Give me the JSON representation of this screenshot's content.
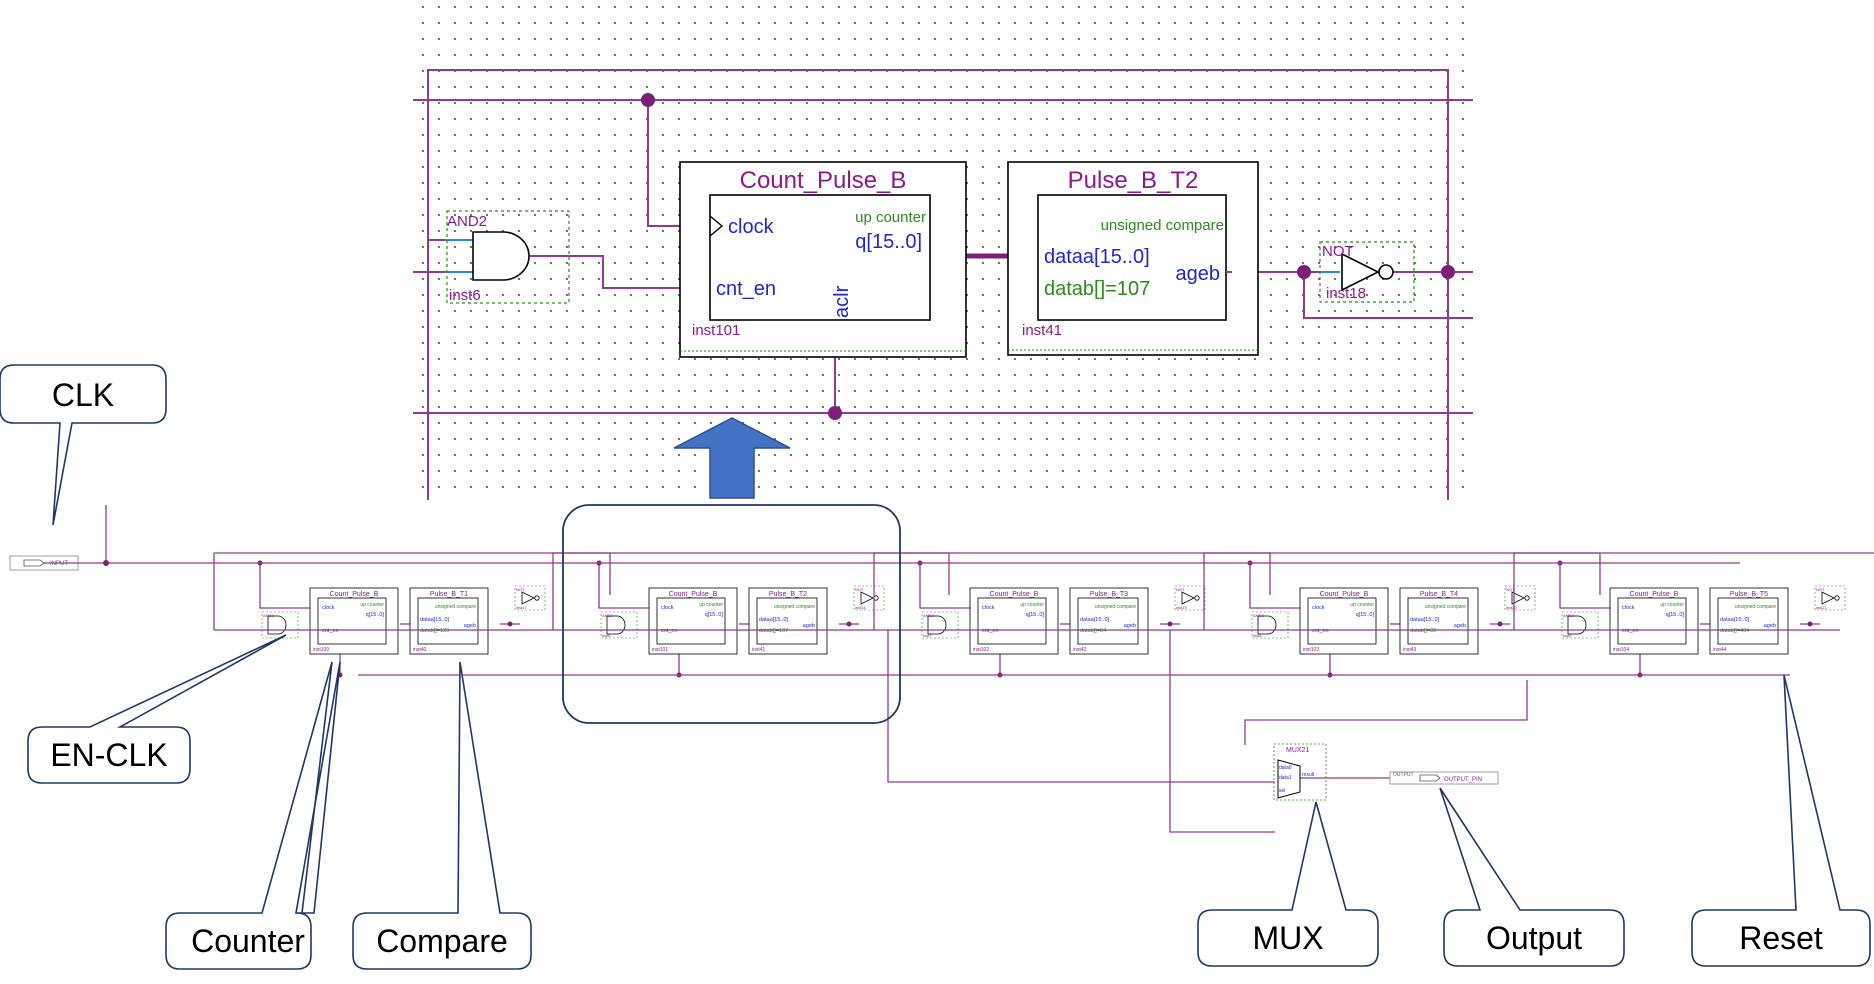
{
  "zoom": {
    "block_counter": {
      "title": "Count_Pulse_B",
      "type": "up counter",
      "clock": "clock",
      "cnt_en": "cnt_en",
      "q": "q[15..0]",
      "aclr": "aclr",
      "inst": "inst101"
    },
    "block_compare": {
      "title": "Pulse_B_T2",
      "type": "unsigned compare",
      "dataa": "dataa[15..0]",
      "datab": "datab[]=107",
      "ageb": "ageb",
      "inst": "inst41"
    },
    "and_gate": {
      "type": "AND2",
      "inst": "inst6"
    },
    "not_gate": {
      "type": "NOT",
      "inst": "inst18"
    }
  },
  "stages": [
    {
      "counter_title": "Count_Pulse_B",
      "counter_inst": "inst100",
      "compare_title": "Pulse_B_T1",
      "compare_datab": "datab[]=129",
      "compare_inst": "inst40",
      "and_inst": "",
      "not_inst": "inst17"
    },
    {
      "counter_title": "Count_Pulse_B",
      "counter_inst": "inst101",
      "compare_title": "Pulse_B_T2",
      "compare_datab": "datab[]=107",
      "compare_inst": "inst41",
      "and_inst": "inst6",
      "not_inst": "inst18"
    },
    {
      "counter_title": "Count_Pulse_B",
      "counter_inst": "inst102",
      "compare_title": "Pulse_B_T3",
      "compare_datab": "datab[]=64",
      "compare_inst": "inst42",
      "and_inst": "inst7",
      "not_inst": "inst19"
    },
    {
      "counter_title": "Count_Pulse_B",
      "counter_inst": "inst103",
      "compare_title": "Pulse_B_T4",
      "compare_datab": "datab[]=32",
      "compare_inst": "inst43",
      "and_inst": "inst8",
      "not_inst": "inst20"
    },
    {
      "counter_title": "Count_Pulse_B",
      "counter_inst": "inst104",
      "compare_title": "Pulse_B_T5",
      "compare_datab": "datab[]=404",
      "compare_inst": "inst44",
      "and_inst": "inst9",
      "not_inst": "inst21"
    }
  ],
  "small": {
    "up_counter": "up counter",
    "clock": "clock",
    "q": "q[15..0]",
    "cnt_en": "cnt_en",
    "unsigned_compare": "unsigned compare",
    "dataa": "dataa[15..0]",
    "ageb": "ageb",
    "and2": "AND2",
    "not": "NOT",
    "clk_input": "INPUT",
    "mux_type": "MUX21",
    "mux_data0": "data0",
    "mux_data1": "data1",
    "mux_sel": "sel",
    "mux_result": "result",
    "output_type": "OUTPUT",
    "output_pin": "OUTPUT_PIN"
  },
  "callouts": {
    "clk": "CLK",
    "en_clk": "EN-CLK",
    "counter": "Counter",
    "compare": "Compare",
    "mux": "MUX",
    "output": "Output",
    "reset": "Reset"
  },
  "colors": {
    "wire": "#8e3d8e",
    "node": "#7b1f7b",
    "block_title": "#8b1a8b",
    "port_text": "#1e28c8",
    "type_text": "#2c8a1c",
    "bus_blue": "#2c8fd6",
    "arrow": "#4472c4",
    "callout_border": "#1f3864"
  }
}
